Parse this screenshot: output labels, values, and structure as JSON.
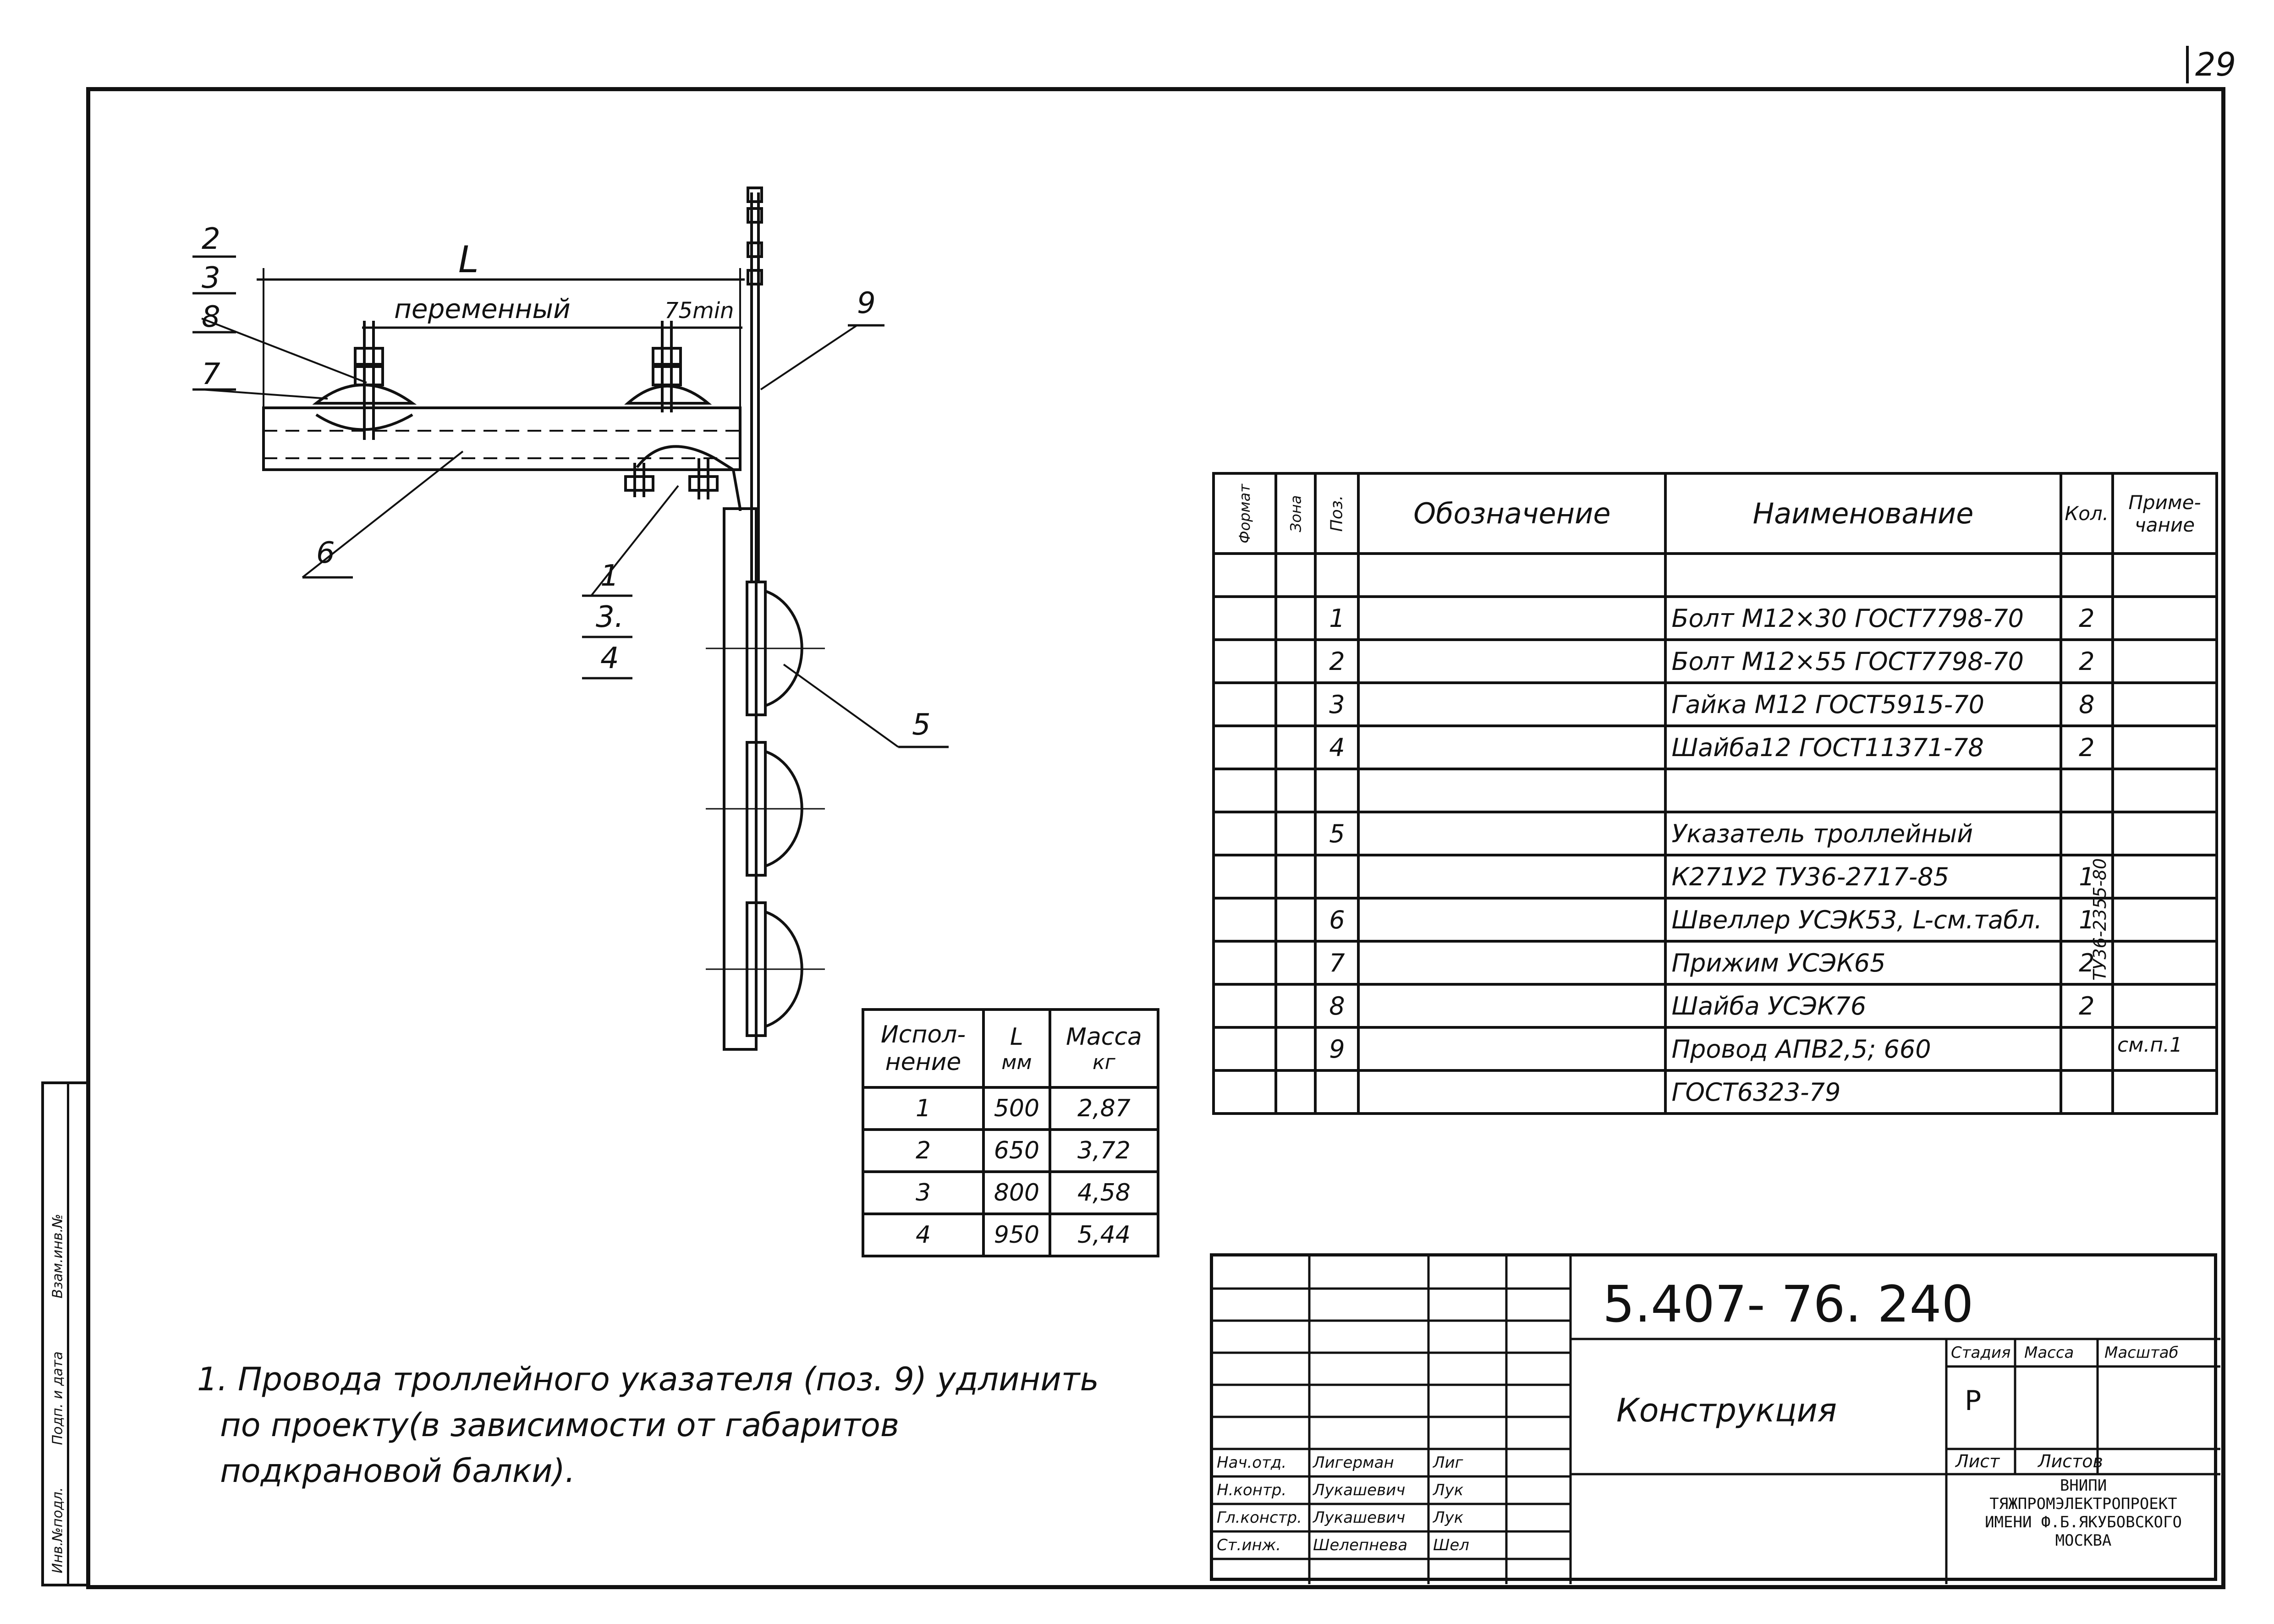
{
  "sheet_number": "29",
  "drawing": {
    "dim_L": "L",
    "dim_variable": "переменный",
    "dim_75min": "75min",
    "leaders": {
      "left_stack": [
        "2",
        "3",
        "8"
      ],
      "p7": "7",
      "p6": "6",
      "bottom_stack": [
        "1",
        "3.",
        "4"
      ],
      "p5": "5",
      "p9": "9"
    }
  },
  "variants_table": {
    "headers": [
      [
        "Испол-",
        "нение"
      ],
      [
        "L",
        "мм"
      ],
      [
        "Масса",
        "кг"
      ]
    ],
    "rows": [
      [
        "1",
        "500",
        "2,87"
      ],
      [
        "2",
        "650",
        "3,72"
      ],
      [
        "3",
        "800",
        "4,58"
      ],
      [
        "4",
        "950",
        "5,44"
      ]
    ]
  },
  "spec_table": {
    "headers": {
      "format": "Формат",
      "zone": "Зона",
      "pos": "Поз.",
      "designation": "Обозначение",
      "name": "Наименование",
      "qty": "Кол.",
      "note": [
        "Приме-",
        "чание"
      ]
    },
    "rows": [
      {
        "pos": "",
        "name": "",
        "qty": ""
      },
      {
        "pos": "1",
        "name": "Болт М12×30 ГОСТ7798-70",
        "qty": "2"
      },
      {
        "pos": "2",
        "name": "Болт М12×55 ГОСТ7798-70",
        "qty": "2"
      },
      {
        "pos": "3",
        "name": "Гайка М12 ГОСТ5915-70",
        "qty": "8"
      },
      {
        "pos": "4",
        "name": "Шайба12 ГОСТ11371-78",
        "qty": "2"
      },
      {
        "pos": "",
        "name": "",
        "qty": ""
      },
      {
        "pos": "5",
        "name": "Указатель троллейный",
        "qty": ""
      },
      {
        "pos": "",
        "name": "К271У2   ТУ36-2717-85",
        "qty": "1"
      },
      {
        "pos": "6",
        "name": "Швеллер УСЭК53, L-см.табл.",
        "qty": "1"
      },
      {
        "pos": "7",
        "name": "Прижим УСЭК65",
        "qty": "2"
      },
      {
        "pos": "8",
        "name": "Шайба УСЭК76",
        "qty": "2"
      },
      {
        "pos": "9",
        "name": "Провод АПВ2,5; 660",
        "qty": ""
      },
      {
        "pos": "",
        "name": "ГОСТ6323-79",
        "qty": ""
      }
    ],
    "note_group": "ТУ36-2355-80",
    "note_row9": "см.п.1"
  },
  "note": {
    "lines": [
      "1. Провода троллейного указателя (поз. 9) удлинить",
      "по проекту(в зависимости от габаритов",
      "подкрановой балки)."
    ]
  },
  "title_block": {
    "code": "5.407-  76.    240",
    "title": "Конструкция",
    "stage_label": "Стадия",
    "mass_label": "Масса",
    "scale_label": "Масштаб",
    "stage_value": "Р",
    "sheet_label": "Лист",
    "sheets_label": "Листов",
    "org": [
      "ВНИПИ",
      "ТЯЖПРОМЭЛЕКТРОПРОЕКТ",
      "ИМЕНИ Ф.Б.ЯКУБОВСКОГО",
      "МОСКВА"
    ],
    "signatures": [
      {
        "role": "Нач.отд.",
        "name": "Лигерман",
        "sign": "Лиг"
      },
      {
        "role": "Н.контр.",
        "name": "Лукашевич",
        "sign": "Лук"
      },
      {
        "role": "Гл.констр.",
        "name": "Лукашевич",
        "sign": "Лук"
      },
      {
        "role": "Ст.инж.",
        "name": "Шелепнева",
        "sign": "Шел"
      }
    ]
  },
  "side_stamp": [
    "Инв.№подл.",
    "Подп. и дата",
    "Взам.инв.№"
  ]
}
